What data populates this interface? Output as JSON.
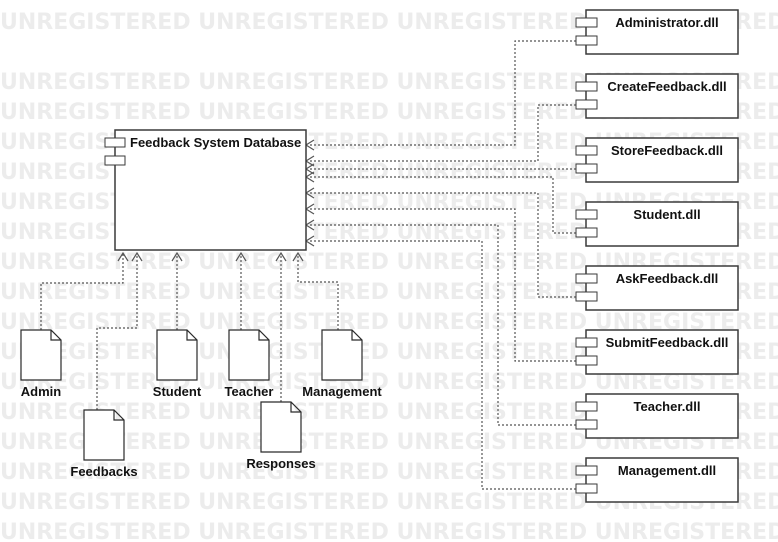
{
  "watermark": "UNREGISTERED UNREGISTERED UNREGISTERED UNREGISTERED UNREGISTERED",
  "database": {
    "name": "Feedback System Database"
  },
  "components": [
    {
      "name": "Administrator.dll"
    },
    {
      "name": "CreateFeedback.dll"
    },
    {
      "name": "StoreFeedback.dll"
    },
    {
      "name": "Student.dll"
    },
    {
      "name": "AskFeedback.dll"
    },
    {
      "name": "SubmitFeedback.dll"
    },
    {
      "name": "Teacher.dll"
    },
    {
      "name": "Management.dll"
    }
  ],
  "artifacts": [
    {
      "name": "Admin"
    },
    {
      "name": "Feedbacks"
    },
    {
      "name": "Student"
    },
    {
      "name": "Teacher"
    },
    {
      "name": "Responses"
    },
    {
      "name": "Management"
    }
  ]
}
